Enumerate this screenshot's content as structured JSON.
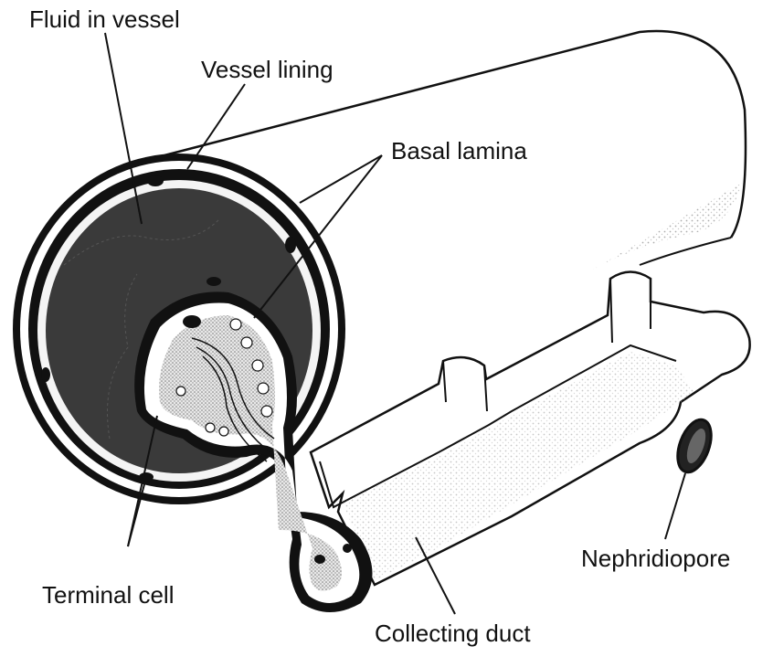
{
  "labels": {
    "fluid_in_vessel": "Fluid in vessel",
    "vessel_lining": "Vessel lining",
    "basal_lamina": "Basal lamina",
    "terminal_cell": "Terminal cell",
    "nephridiopore": "Nephridiopore",
    "collecting_duct": "Collecting duct"
  },
  "colors": {
    "outline": "#111111",
    "fluid": "#3a3a3a",
    "lining": "#ffffff",
    "stipple": "#bbbbbb"
  }
}
